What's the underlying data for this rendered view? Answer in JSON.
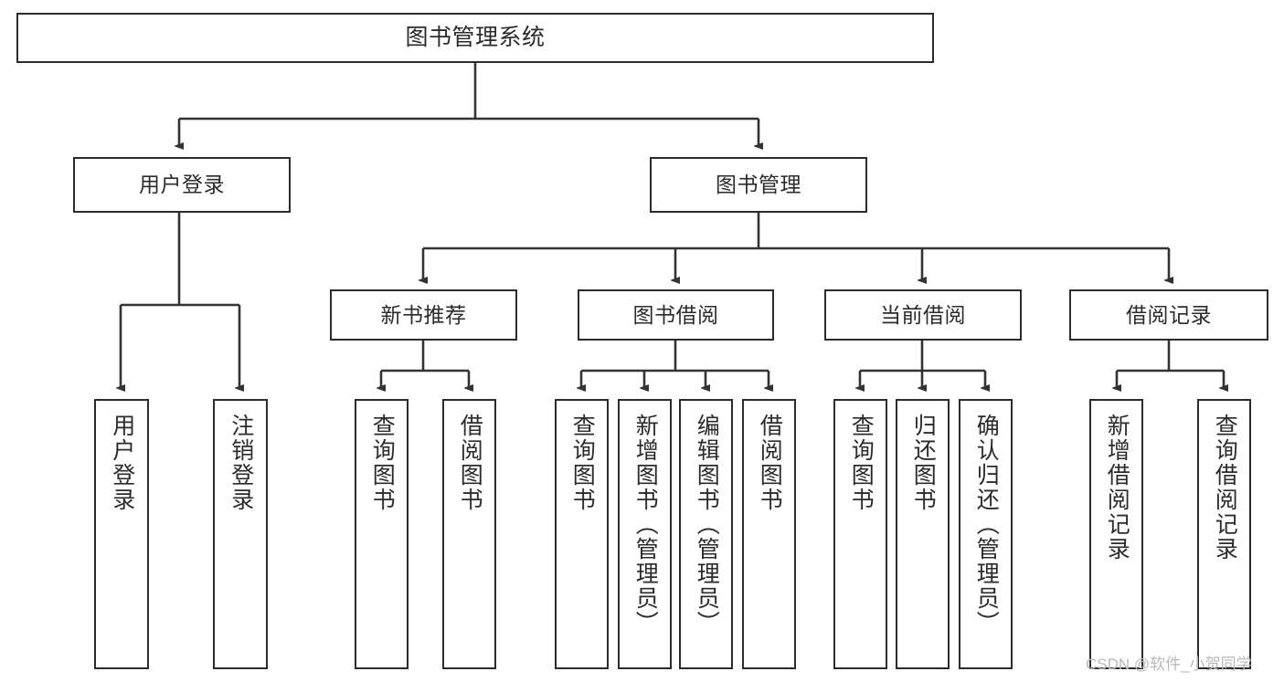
{
  "diagram": {
    "type": "tree-hierarchy-chart",
    "title": "图书管理系统",
    "orientation": "top-down",
    "colors": {
      "box_border": "#2b2b2b",
      "box_fill": "#ffffff",
      "edge": "#333333",
      "text": "#2b2b2b",
      "background": "#ffffff",
      "watermark": "#b9b9b9"
    },
    "levels": [
      {
        "level": 1,
        "nodes": [
          {
            "id": "root",
            "label": "图书管理系统",
            "orientation": "horizontal"
          }
        ]
      },
      {
        "level": 2,
        "nodes": [
          {
            "id": "login",
            "label": "用户登录",
            "orientation": "horizontal",
            "parent": "root"
          },
          {
            "id": "bookmgmt",
            "label": "图书管理",
            "orientation": "horizontal",
            "parent": "root"
          }
        ]
      },
      {
        "level": 3,
        "nodes": [
          {
            "id": "newbook",
            "label": "新书推荐",
            "orientation": "horizontal",
            "parent": "bookmgmt"
          },
          {
            "id": "borrow",
            "label": "图书借阅",
            "orientation": "horizontal",
            "parent": "bookmgmt"
          },
          {
            "id": "current",
            "label": "当前借阅",
            "orientation": "horizontal",
            "parent": "bookmgmt"
          },
          {
            "id": "records",
            "label": "借阅记录",
            "orientation": "horizontal",
            "parent": "bookmgmt"
          }
        ]
      },
      {
        "level": 4,
        "nodes": [
          {
            "id": "leaf-user-login",
            "label": "用户登录",
            "orientation": "vertical",
            "parent": "login"
          },
          {
            "id": "leaf-user-logout",
            "label": "注销登录",
            "orientation": "vertical",
            "parent": "login"
          },
          {
            "id": "leaf-nb-query",
            "label": "查询图书",
            "orientation": "vertical",
            "parent": "newbook"
          },
          {
            "id": "leaf-nb-borrow",
            "label": "借阅图书",
            "orientation": "vertical",
            "parent": "newbook"
          },
          {
            "id": "leaf-bw-query",
            "label": "查询图书",
            "orientation": "vertical",
            "parent": "borrow"
          },
          {
            "id": "leaf-bw-add",
            "label": "新增图书（管理员）",
            "orientation": "vertical",
            "parent": "borrow"
          },
          {
            "id": "leaf-bw-edit",
            "label": "编辑图书（管理员）",
            "orientation": "vertical",
            "parent": "borrow"
          },
          {
            "id": "leaf-bw-borrow",
            "label": "借阅图书",
            "orientation": "vertical",
            "parent": "borrow"
          },
          {
            "id": "leaf-cu-query",
            "label": "查询图书",
            "orientation": "vertical",
            "parent": "current"
          },
          {
            "id": "leaf-cu-return",
            "label": "归还图书",
            "orientation": "vertical",
            "parent": "current"
          },
          {
            "id": "leaf-cu-confirm",
            "label": "确认归还（管理员）",
            "orientation": "vertical",
            "parent": "current"
          },
          {
            "id": "leaf-rc-add",
            "label": "新增借阅记录",
            "orientation": "vertical",
            "parent": "records"
          },
          {
            "id": "leaf-rc-query",
            "label": "查询借阅记录",
            "orientation": "vertical",
            "parent": "records"
          }
        ]
      }
    ]
  },
  "watermark": {
    "text": "CSDN @软件_小贺同学"
  }
}
